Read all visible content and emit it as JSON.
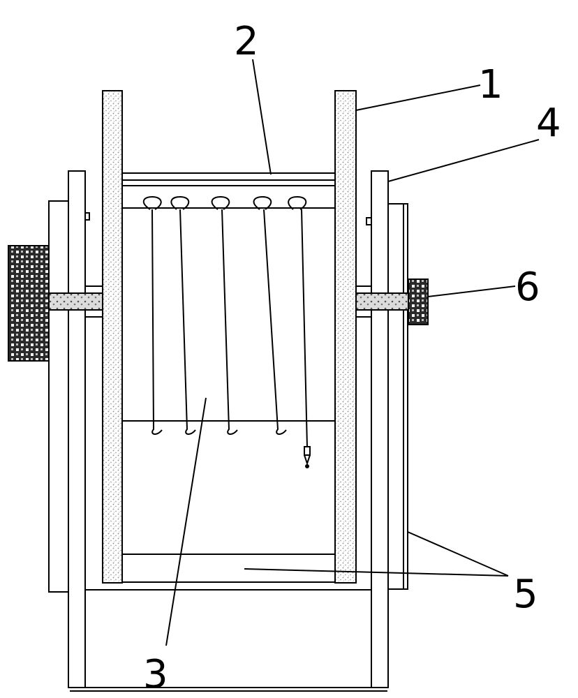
{
  "diagram": {
    "labels": {
      "l1": "1",
      "l2": "2",
      "l3": "3",
      "l4": "4",
      "l5": "5",
      "l6": "6"
    },
    "colors": {
      "line": "#000000",
      "background": "#ffffff",
      "stipple_dots": "#9a9a9a",
      "knob_dark": "#2a2a2a"
    },
    "coil_turns": 5
  }
}
